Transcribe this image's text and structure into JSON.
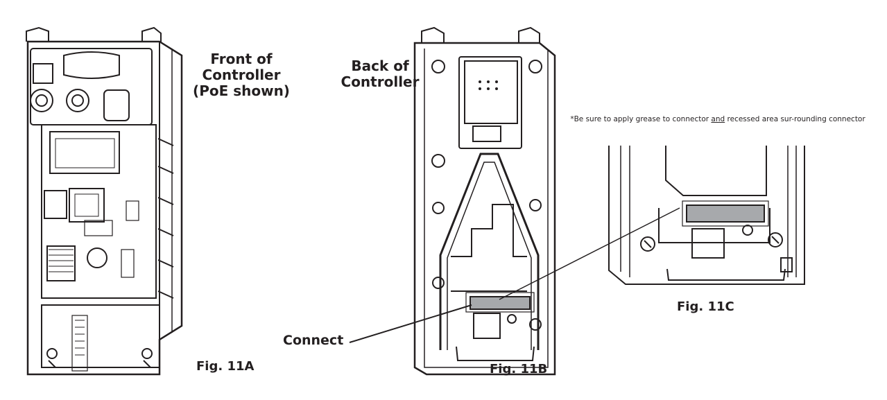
{
  "fig_a": {
    "caption": "Fig. 11A",
    "label_line1": "Front of",
    "label_line2": "Controller",
    "label_line3": "(PoE shown)"
  },
  "fig_b": {
    "caption": "Fig. 11B",
    "label_line1": "Back of",
    "label_line2": "Controller",
    "callout": "Connect"
  },
  "fig_c": {
    "caption": "Fig. 11C",
    "note_before": "*Be sure to apply grease to connector ",
    "note_underlined": "and",
    "note_after": " recessed area sur-rounding connector"
  },
  "colors": {
    "line": "#231f20",
    "connector_fill": "#a7a9ac"
  }
}
